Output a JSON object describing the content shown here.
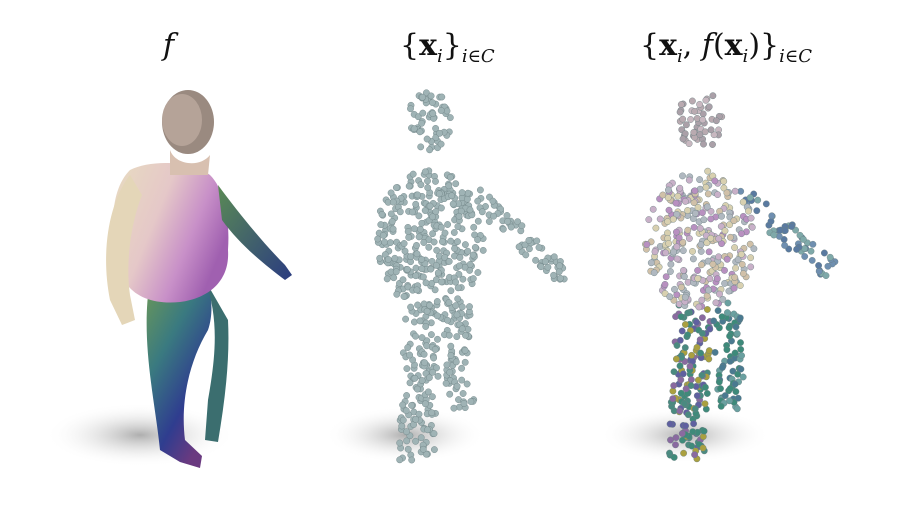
{
  "labels": {
    "panel1_label": "f",
    "panel2_label": "{x_i}_{i∈C}",
    "panel3_label": "{x_i, f(x_i)}_{i∈C}"
  },
  "colors": {
    "point_gray": "#9fb3b5",
    "shadow": "#bdbdbd"
  }
}
